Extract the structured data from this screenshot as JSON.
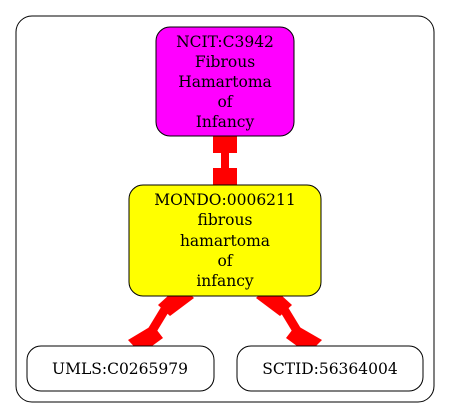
{
  "diagram": {
    "nodes": [
      {
        "id": "ncit",
        "lines": [
          "NCIT:C3942",
          "Fibrous",
          "Hamartoma",
          "of",
          "Infancy"
        ],
        "fill": "#ff00ff"
      },
      {
        "id": "mondo",
        "lines": [
          "MONDO:0006211",
          "fibrous",
          "hamartoma",
          "of",
          "infancy"
        ],
        "fill": "#ffff00"
      },
      {
        "id": "umls",
        "lines": [
          "UMLS:C0265979"
        ],
        "fill": "#ffffff"
      },
      {
        "id": "sctid",
        "lines": [
          "SCTID:56364004"
        ],
        "fill": "#ffffff"
      }
    ],
    "edges": [
      {
        "from": "ncit",
        "to": "mondo",
        "color": "#ff0000"
      },
      {
        "from": "mondo",
        "to": "umls",
        "color": "#ff0000"
      },
      {
        "from": "mondo",
        "to": "sctid",
        "color": "#ff0000"
      }
    ]
  }
}
